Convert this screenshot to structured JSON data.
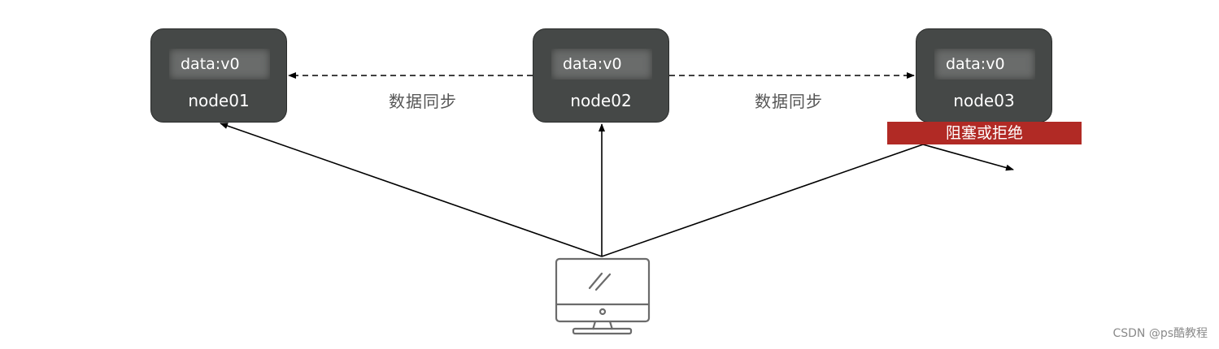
{
  "nodes": [
    {
      "data_label": "data:v0",
      "name": "node01"
    },
    {
      "data_label": "data:v0",
      "name": "node02"
    },
    {
      "data_label": "data:v0",
      "name": "node03"
    }
  ],
  "sync_labels": [
    "数据同步",
    "数据同步"
  ],
  "reject_badge": {
    "text": "阻塞或拒绝",
    "color": "#b12a25"
  },
  "colors": {
    "node_fill": "#454847",
    "arrow": "#000000"
  },
  "client_icon": "desktop-monitor-icon",
  "watermark": "CSDN @ps酷教程"
}
